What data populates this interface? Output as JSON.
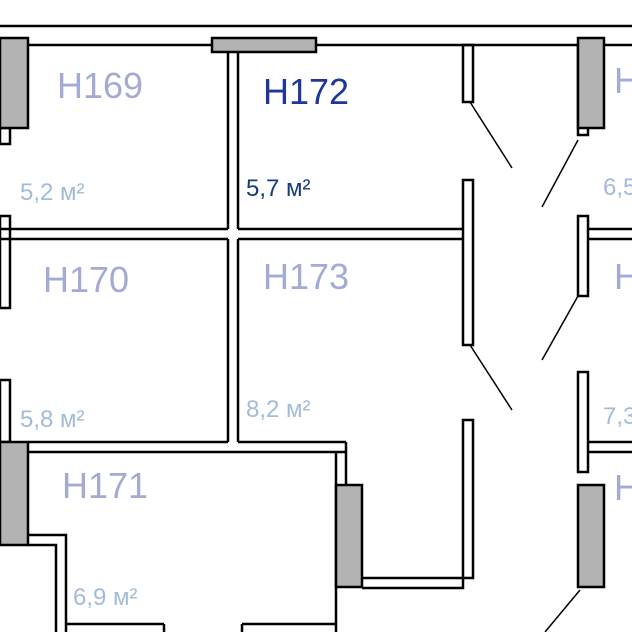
{
  "rooms": [
    {
      "id": "H169",
      "area": "5,2 м²",
      "highlighted": false
    },
    {
      "id": "H170",
      "area": "5,8 м²",
      "highlighted": false
    },
    {
      "id": "H171",
      "area": "6,9 м²",
      "highlighted": false
    },
    {
      "id": "H172",
      "area": "5,7 м²",
      "highlighted": true
    },
    {
      "id": "H173",
      "area": "8,2 м²",
      "highlighted": false
    }
  ],
  "cut_off_labels": [
    {
      "id_fragment": "H",
      "area_fragment": "6,5"
    },
    {
      "id_fragment": "H",
      "area_fragment": ""
    },
    {
      "id_fragment": "H",
      "area_fragment": "7,3"
    }
  ],
  "colors": {
    "wall": "#000000",
    "pillar_fill": "#b3b3b3",
    "room_label": "#a3abd4",
    "area_label": "#a3bbd6",
    "highlight_label": "#1e3799",
    "highlight_area": "#143c78"
  }
}
